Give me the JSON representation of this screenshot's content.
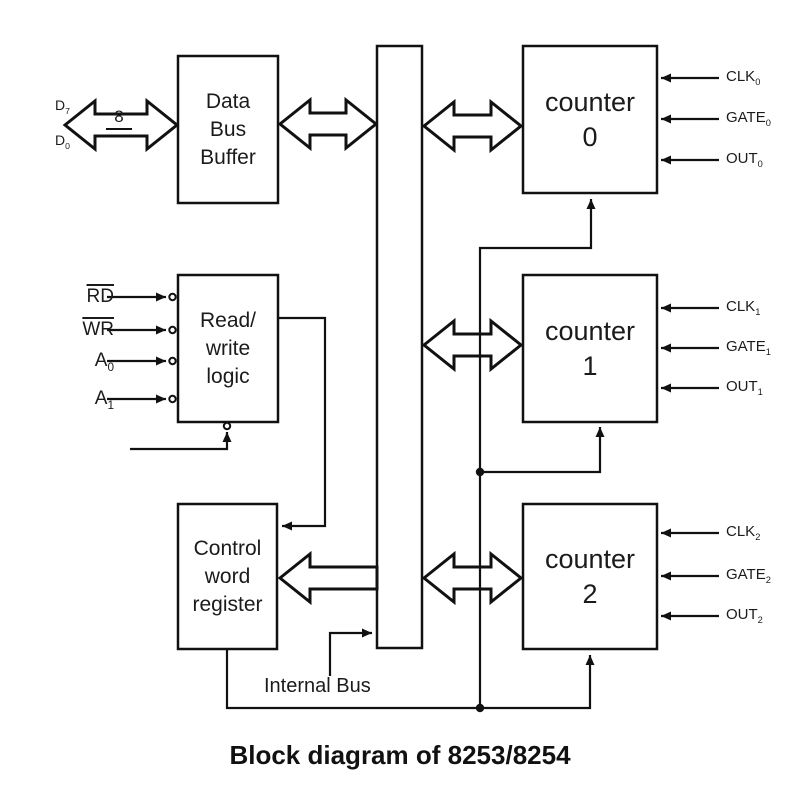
{
  "title": "Block diagram of 8253/8254",
  "colors": {
    "ink": "#111111",
    "background": "#ffffff"
  },
  "blocks": {
    "data_bus_buffer": {
      "line1": "Data",
      "line2": "Bus",
      "line3": "Buffer"
    },
    "read_write_logic": {
      "line1": "Read/",
      "line2": "write",
      "line3": "logic"
    },
    "control_word_register": {
      "line1": "Control",
      "line2": "word",
      "line3": "register"
    },
    "internal_bus_label": "Internal Bus"
  },
  "data_bus": {
    "msb": {
      "base": "D",
      "sub": "7"
    },
    "lsb": {
      "base": "D",
      "sub": "0"
    },
    "width": "8"
  },
  "control_inputs": [
    {
      "base": "RD",
      "sub": "",
      "active_low": true
    },
    {
      "base": "WR",
      "sub": "",
      "active_low": true
    },
    {
      "base": "A",
      "sub": "0",
      "active_low": false
    },
    {
      "base": "A",
      "sub": "1",
      "active_low": false
    }
  ],
  "counters": [
    {
      "word": "counter",
      "digit": "0",
      "pins": {
        "clk": {
          "base": "CLK",
          "sub": "0"
        },
        "gate": {
          "base": "GATE",
          "sub": "0"
        },
        "out": {
          "base": "OUT",
          "sub": "0"
        }
      }
    },
    {
      "word": "counter",
      "digit": "1",
      "pins": {
        "clk": {
          "base": "CLK",
          "sub": "1"
        },
        "gate": {
          "base": "GATE",
          "sub": "1"
        },
        "out": {
          "base": "OUT",
          "sub": "1"
        }
      }
    },
    {
      "word": "counter",
      "digit": "2",
      "pins": {
        "clk": {
          "base": "CLK",
          "sub": "2"
        },
        "gate": {
          "base": "GATE",
          "sub": "2"
        },
        "out": {
          "base": "OUT",
          "sub": "2"
        }
      }
    }
  ]
}
